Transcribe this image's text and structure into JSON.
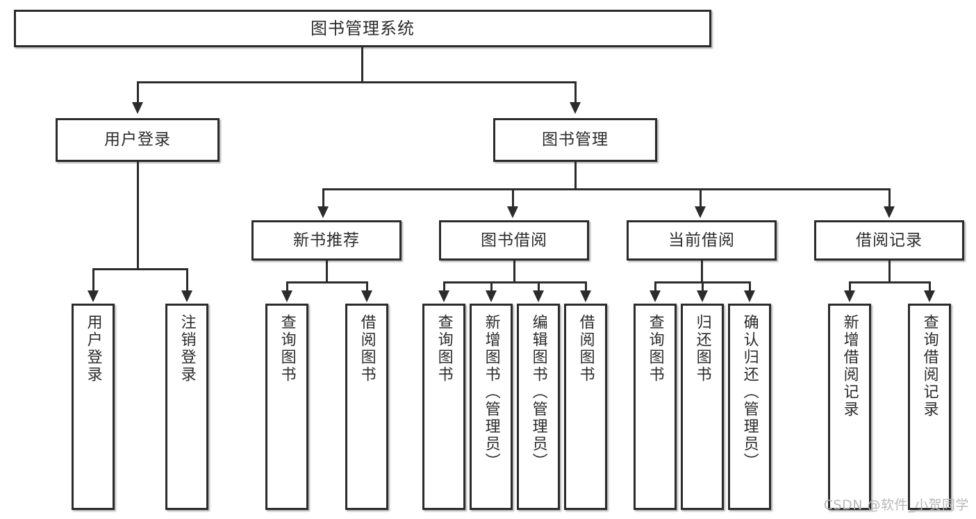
{
  "diagram": {
    "type": "tree-hierarchy-chart",
    "title": "图书管理系统",
    "root": {
      "label": "图书管理系统"
    },
    "level2": [
      {
        "label": "用户登录"
      },
      {
        "label": "图书管理"
      }
    ],
    "level3": [
      {
        "label": "新书推荐"
      },
      {
        "label": "图书借阅"
      },
      {
        "label": "当前借阅"
      },
      {
        "label": "借阅记录"
      }
    ],
    "leaves": {
      "user_login": [
        {
          "label": "用户登录"
        },
        {
          "label": "注销登录"
        }
      ],
      "new_book_recommend": [
        {
          "label": "查询图书"
        },
        {
          "label": "借阅图书"
        }
      ],
      "book_borrow": [
        {
          "label": "查询图书"
        },
        {
          "label": "新增图书（管理员）"
        },
        {
          "label": "编辑图书（管理员）"
        },
        {
          "label": "借阅图书"
        }
      ],
      "current_borrow": [
        {
          "label": "查询图书"
        },
        {
          "label": "归还图书"
        },
        {
          "label": "确认归还（管理员）"
        }
      ],
      "borrow_record": [
        {
          "label": "新增借阅记录"
        },
        {
          "label": "查询借阅记录"
        }
      ]
    }
  },
  "watermark": {
    "text": "CSDN @软件_小贺同学"
  },
  "colors": {
    "stroke": "#2b2b2b",
    "background": "#ffffff",
    "watermark": "#b9b9b9"
  }
}
